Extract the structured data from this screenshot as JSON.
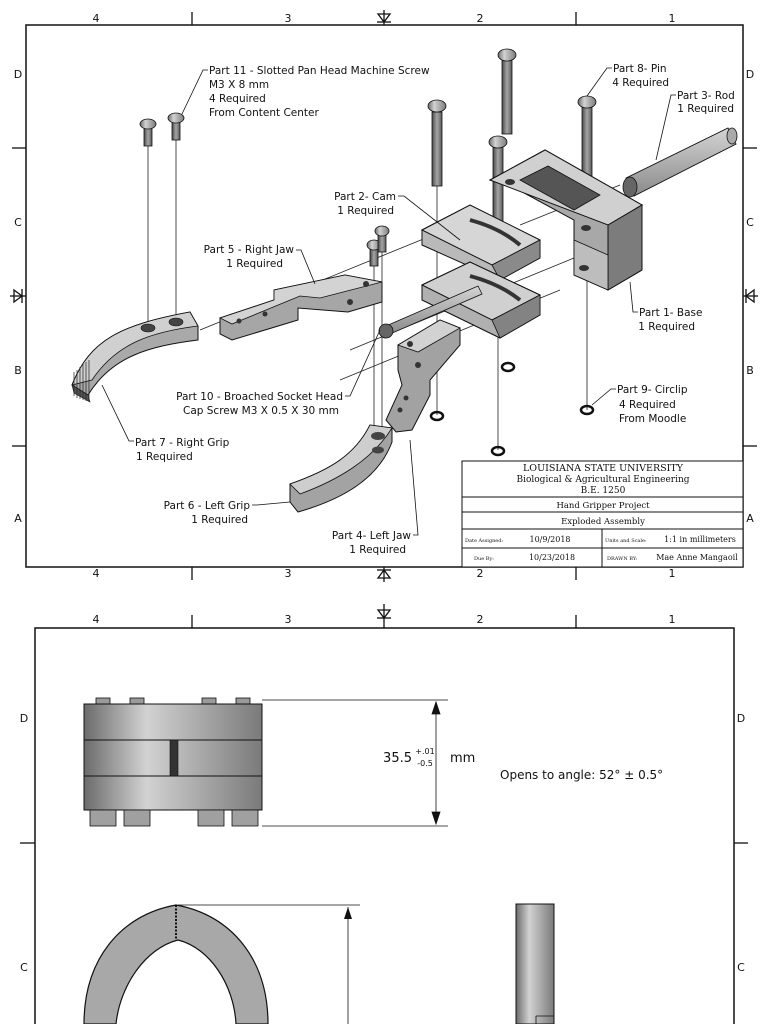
{
  "sheet1": {
    "zones_top": [
      "4",
      "3",
      "2",
      "1"
    ],
    "zones_side": [
      "D",
      "C",
      "B",
      "A"
    ],
    "callouts": {
      "part11": [
        "Part 11 - Slotted Pan Head Machine Screw",
        "M3 X 8 mm",
        "4 Required",
        "From Content Center"
      ],
      "part8": [
        "Part 8- Pin",
        "4 Required"
      ],
      "part3": [
        "Part 3- Rod",
        "1 Required"
      ],
      "part2": [
        "Part 2- Cam",
        "1 Required"
      ],
      "part5": [
        "Part 5 - Right Jaw",
        "1 Required"
      ],
      "part1": [
        "Part 1- Base",
        "1 Required"
      ],
      "part10": [
        "Part 10 - Broached Socket Head",
        "Cap Screw M3 X 0.5 X 30 mm"
      ],
      "part9": [
        "Part 9- Circlip",
        "4 Required",
        "From Moodle"
      ],
      "part7": [
        "Part 7 - Right Grip",
        "1 Required"
      ],
      "part6": [
        "Part 6 - Left Grip",
        "1 Required"
      ],
      "part4": [
        "Part 4- Left Jaw",
        "1 Required"
      ]
    },
    "title_block": {
      "university": "LOUISIANA STATE UNIVERSITY",
      "department": "Biological & Agricultural Engineering",
      "course": "B.E. 1250",
      "project": "Hand Gripper Project",
      "drawing_title": "Exploded Assembly",
      "date_assigned_label": "Date Assigned:",
      "date_assigned": "10/9/2018",
      "units_label": "Units and Scale:",
      "units": "1:1 in millimeters",
      "due_label": "Due By:",
      "due": "10/23/2018",
      "drawn_by_label": "DRAWN BY:",
      "drawn_by": "Mae Anne Mangaoil"
    }
  },
  "sheet2": {
    "zones_top": [
      "4",
      "3",
      "2",
      "1"
    ],
    "zones_side": [
      "D",
      "C"
    ],
    "dimension": {
      "value": "35.5",
      "tol_plus": "+.01",
      "tol_minus": "-0.5",
      "unit": "mm"
    },
    "angle_note": "Opens to angle: 52° ± 0.5°"
  },
  "colors": {
    "line": "#111111",
    "part_light": "#c8c8c8",
    "part_mid": "#9a9a9a",
    "part_dark": "#5a5a5a"
  }
}
